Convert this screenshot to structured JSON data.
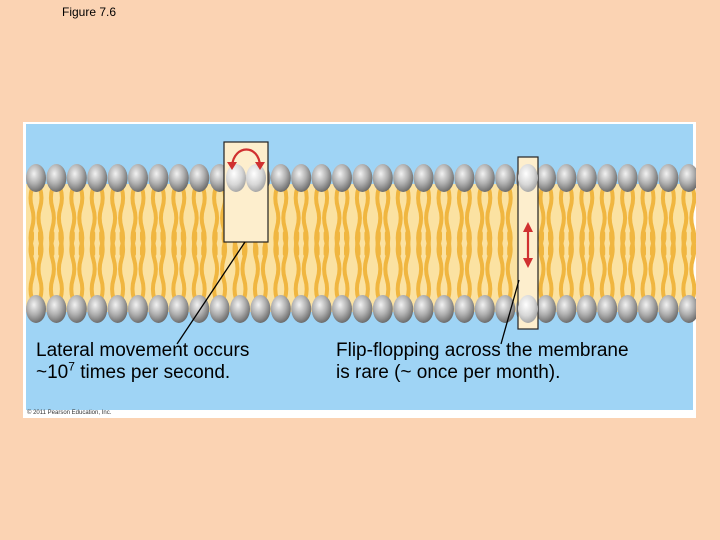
{
  "figure_label": "Figure 7.6",
  "captions": {
    "lateral": {
      "line1": "Lateral movement occurs",
      "line2_prefix": "~10",
      "line2_exp": "7",
      "line2_suffix": " times per second."
    },
    "flipflop": {
      "line1": "Flip-flopping across the membrane",
      "line2": "is rare (~ once per month)."
    }
  },
  "copyright": "© 2011 Pearson Education, Inc.",
  "colors": {
    "background": "#fbd3b3",
    "water": "#9fd4f5",
    "head": "#a9a9a9",
    "tail": "#f0b640",
    "arrow": "#d03030"
  }
}
